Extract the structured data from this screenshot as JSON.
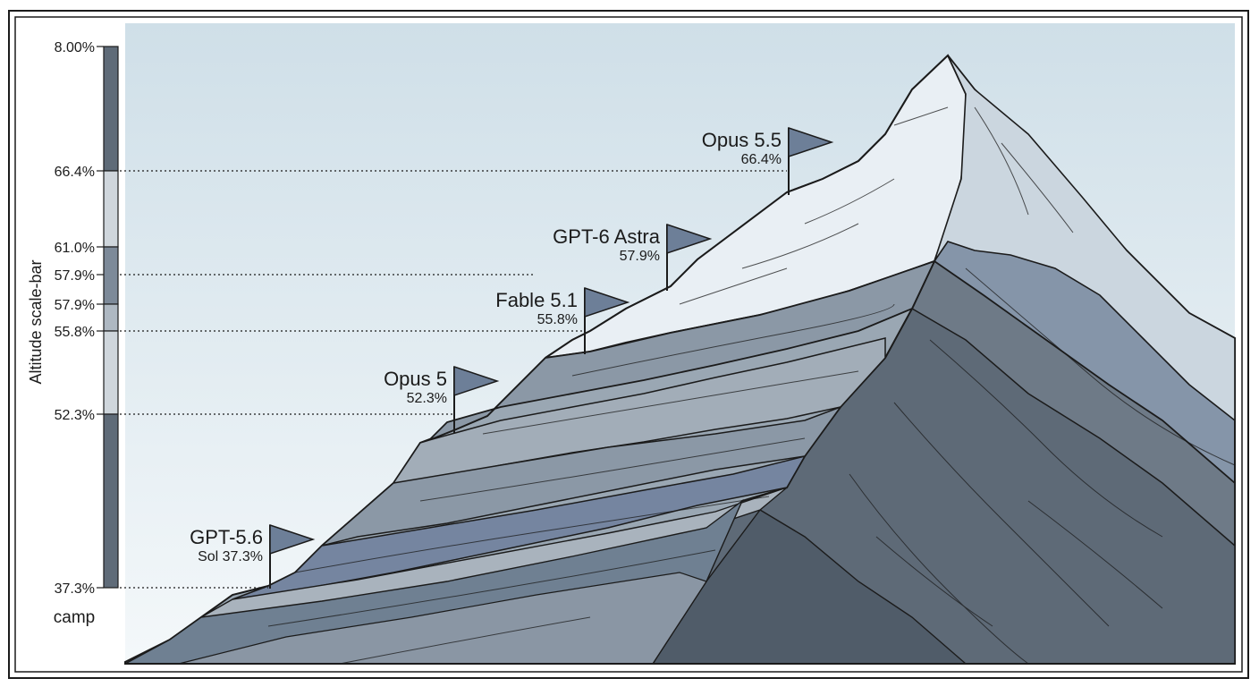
{
  "chart_data": {
    "type": "scatter",
    "title": "",
    "ylabel": "Altitude scale-bar",
    "xlabel": "camp",
    "ylim": [
      37.3,
      80.0
    ],
    "y_ticks": [
      {
        "value": 80.0,
        "label": "8.00%"
      },
      {
        "value": 66.4,
        "label": "66.4%"
      },
      {
        "value": 61.0,
        "label": "61.0%"
      },
      {
        "value": 59.5,
        "label": "57.9%"
      },
      {
        "value": 57.9,
        "label": "57.9%"
      },
      {
        "value": 55.8,
        "label": "55.8%"
      },
      {
        "value": 52.3,
        "label": "52.3%"
      },
      {
        "value": 37.3,
        "label": "37.3%"
      }
    ],
    "points": [
      {
        "name": "GPT-5.6",
        "sublabel": "Sol 37.3%",
        "y": 37.3
      },
      {
        "name": "Opus 5",
        "sublabel": "52.3%",
        "y": 52.3
      },
      {
        "name": "Fable 5.1",
        "sublabel": "55.8%",
        "y": 55.8
      },
      {
        "name": "GPT-6 Astra",
        "sublabel": "57.9%",
        "y": 57.9
      },
      {
        "name": "Opus 5.5",
        "sublabel": "66.4%",
        "y": 66.4
      }
    ],
    "colors": {
      "sky": "#dbe7ee",
      "flag": "#6d7f98",
      "bar_dark": "#5f6b78",
      "bar_light": "#cfd6dc",
      "snow": "#eef3f7",
      "rock_mid": "#8e9aa6",
      "rock_dark": "#5d6976"
    },
    "grid": false
  }
}
